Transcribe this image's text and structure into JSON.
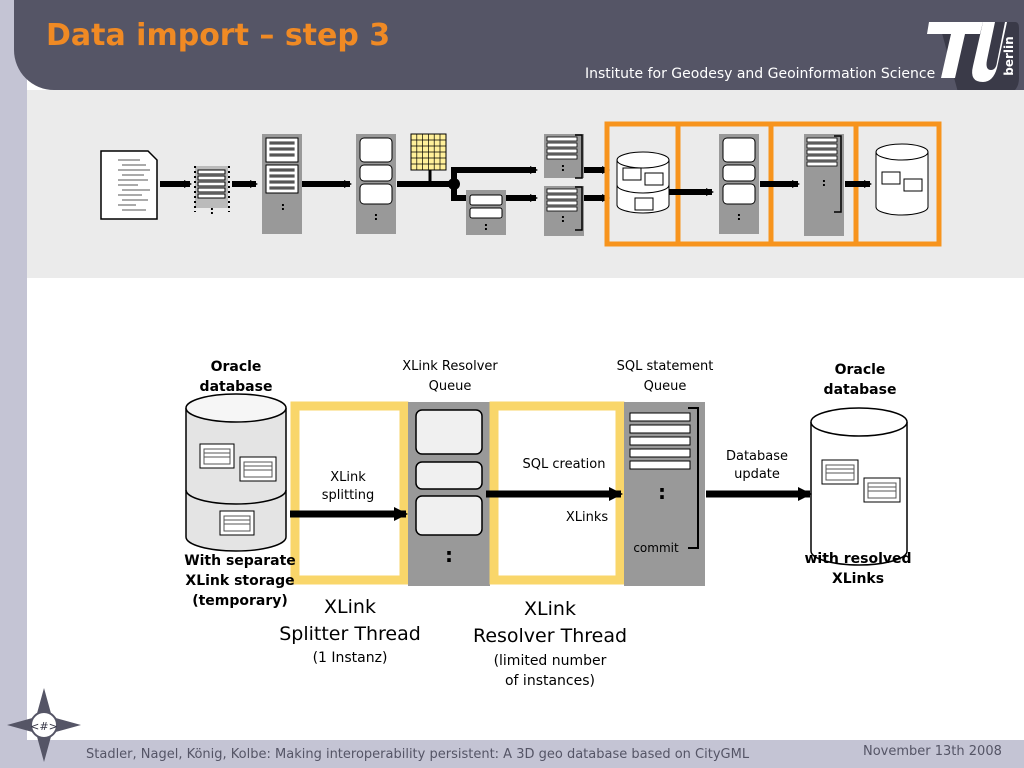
{
  "slide": {
    "title": "Data import – step 3",
    "subtitle": "Institute for Geodesy and Geoinformation Science",
    "logo_text": "berlin",
    "page_number": "<#>",
    "footer_left": "Stadler, Nagel, König, Kolbe: Making interoperability persistent: A 3D geo database based on CityGML",
    "footer_right": "November 13th 2008"
  },
  "colors": {
    "title": "#f08a24",
    "header_bar": "#555566",
    "highlight_orange": "#f7941d",
    "highlight_yellow": "#f9d66a",
    "queue_gray": "#999999",
    "band_gray": "#ebebeb"
  },
  "overview": {
    "queue_ellipsis": ":"
  },
  "diagram": {
    "source_db": {
      "title": "Oracle\ndatabase",
      "caption": "With separate\nXLink storage\n(temporary)"
    },
    "xlink_queue_label": "XLink Resolver\nQueue",
    "sql_queue_label": "SQL statement\nQueue",
    "target_db": {
      "title": "Oracle\ndatabase",
      "caption": "with resolved\nXLinks"
    },
    "splitting_label": "XLink\nsplitting",
    "sql_creation_label": "SQL creation",
    "xlinks_label": "XLinks",
    "commit_label": "commit",
    "db_update_label": "Database\nupdate",
    "queue_ellipsis": ":",
    "splitter_thread": {
      "name": "XLink\nSplitter Thread",
      "note": "(1 Instanz)"
    },
    "resolver_thread": {
      "name": "XLink\nResolver Thread",
      "note": "(limited number\nof instances)"
    }
  }
}
